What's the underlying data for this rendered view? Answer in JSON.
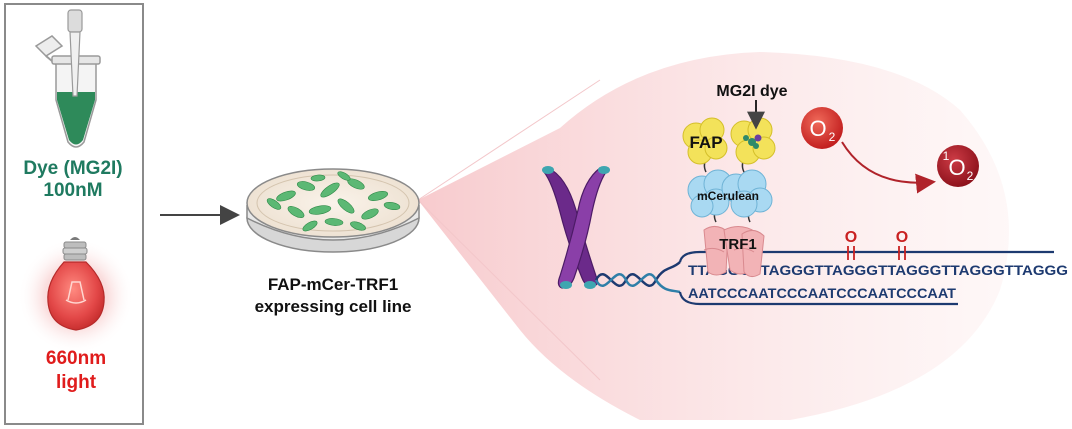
{
  "left_panel": {
    "dye_label_line1": "Dye (MG2I)",
    "dye_label_line2": "100nM",
    "light_label_line1": "660nm",
    "light_label_line2": "light"
  },
  "cell_line": {
    "label_line1": "FAP-mCer-TRF1",
    "label_line2": "expressing cell line"
  },
  "protein": {
    "dye_label": "MG2I dye",
    "fap_label": "FAP",
    "mcerulean_label": "mCerulean",
    "trf1_label": "TRF1"
  },
  "oxygen": {
    "ground_symbol": "O",
    "ground_subscript": "2",
    "singlet_superscript": "1",
    "singlet_symbol": "O",
    "singlet_subscript": "2"
  },
  "dna": {
    "top_strand": "TTAGGGTTAGGGTTAGGGTTAGGGTTAGGGTTAGGG",
    "bottom_strand": "AATCCCAATCCCAATCCCAATCCCAAT",
    "oxidized_mark_1": "O",
    "oxidized_mark_2": "O"
  },
  "colors": {
    "dye_green": "#1f7a60",
    "light_red": "#e01c1c",
    "dna_navy": "#1d3a70",
    "chromosome_purple": "#6b2a8a",
    "fap_yellow": "#f3e25a",
    "mcerulean_blue": "#a9d9f2",
    "trf1_pink": "#f2b3b6",
    "oxygen_red": "#c92121",
    "singlet_darkred": "#a0151e"
  }
}
